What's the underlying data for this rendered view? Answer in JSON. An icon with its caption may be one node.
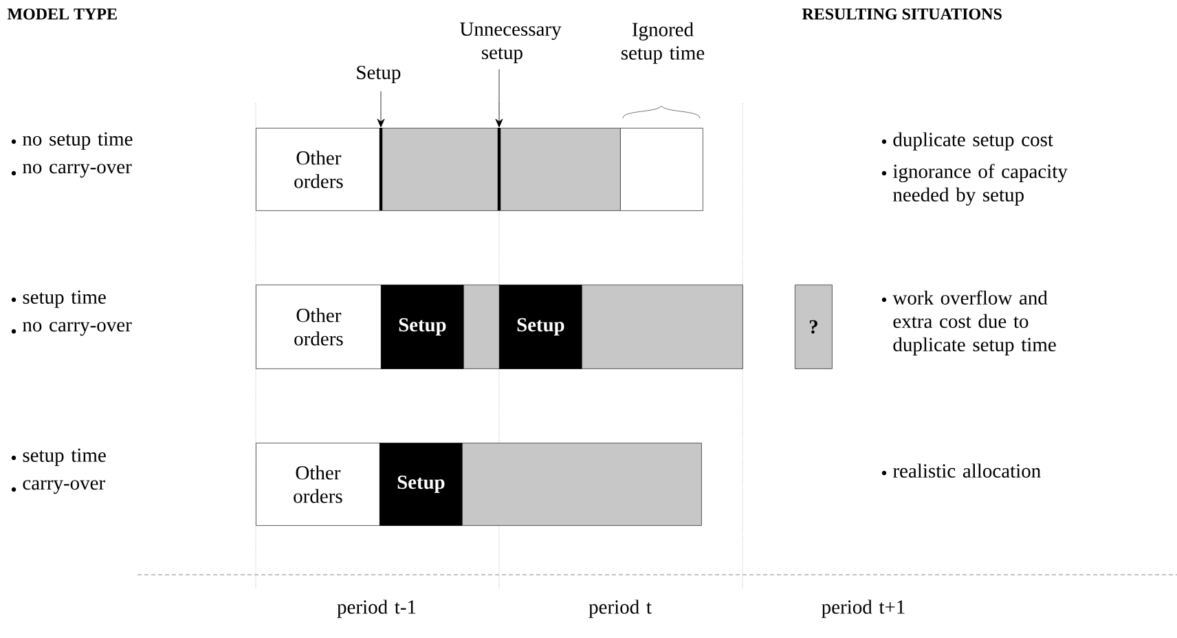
{
  "diagram": {
    "nodes": [
      {
        "text": [
          "Setup"
        ]
      },
      {
        "text": [
          "Unnecessary setup"
        ]
      },
      {
        "text": [
          "Other orders"
        ]
      },
      {
        "text": [],
        "shape": "box"
      },
      {
        "text": [],
        "shape": "box"
      },
      {
        "text": [],
        "shape": "box"
      },
      {
        "text": [
          "Other orders"
        ]
      },
      {
        "text": [
          "Setup"
        ]
      },
      {
        "text": [],
        "shape": "box"
      },
      {
        "text": [
          "Setup"
        ]
      },
      {
        "text": [],
        "shape": "box"
      },
      {
        "text": [
          "?"
        ]
      },
      {
        "text": [
          "Other orders"
        ]
      },
      {
        "text": [
          "Setup"
        ]
      },
      {
        "text": [],
        "shape": "box"
      }
    ],
    "edges": [
      {
        "from": 0,
        "to": 3,
        "arrow": "to"
      },
      {
        "from": 1,
        "to": 4,
        "arrow": "to"
      }
    ],
    "labels": [
      "MODEL TYPE",
      "Ignored setup time",
      "RESULTING SITUATIONS",
      "no setup time",
      "no carry-over",
      "duplicate setup cost",
      "ignorance of capacity needed by setup",
      "setup time",
      "no carry-over",
      "work overflow and extra cost due to duplicate setup time",
      "setup time",
      "carry-over",
      "realistic allocation",
      "period t-1",
      "period t",
      "period t+1"
    ]
  }
}
